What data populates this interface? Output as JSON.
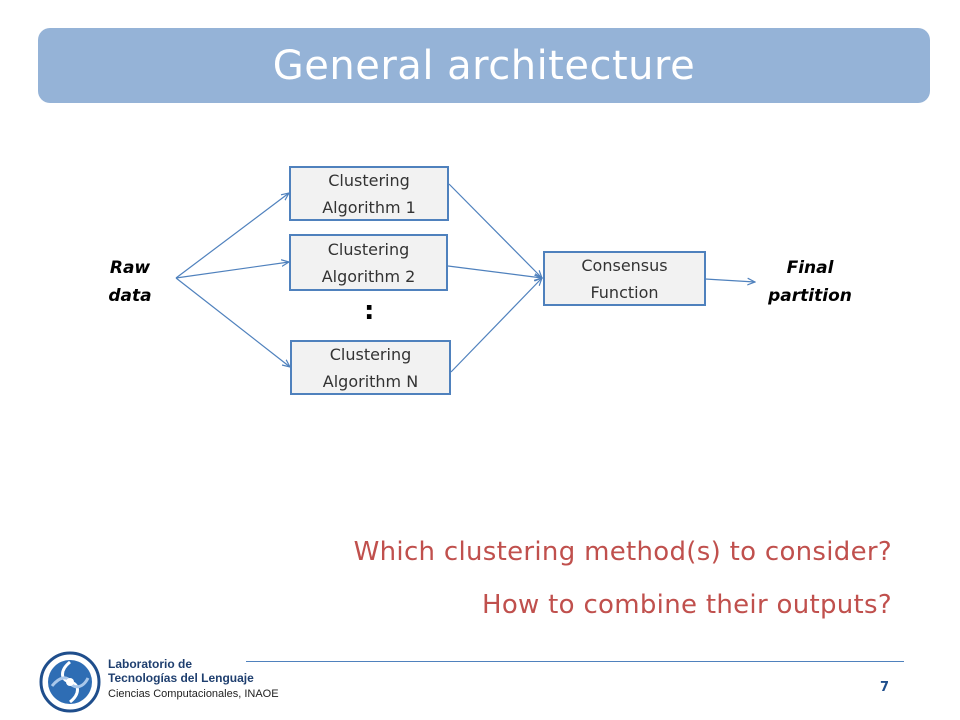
{
  "slide": {
    "title": "General architecture",
    "page_number": "7"
  },
  "diagram": {
    "input_label": "Raw\ndata",
    "algorithms": [
      "Clustering\nAlgorithm 1",
      "Clustering\nAlgorithm 2",
      "Clustering\nAlgorithm N"
    ],
    "ellipsis": ":",
    "consensus": "Consensus\nFunction",
    "output_label": "Final\npartition"
  },
  "questions": [
    "Which clustering method(s) to consider?",
    "How to combine their outputs?"
  ],
  "footer": {
    "lab_line1": "Laboratorio de",
    "lab_line2": "Tecnologías del Lenguaje",
    "institution": "Ciencias Computacionales, INAOE"
  },
  "colors": {
    "title_bar": "#95b3d7",
    "box_border": "#4f81bd",
    "question_text": "#c0504d"
  }
}
